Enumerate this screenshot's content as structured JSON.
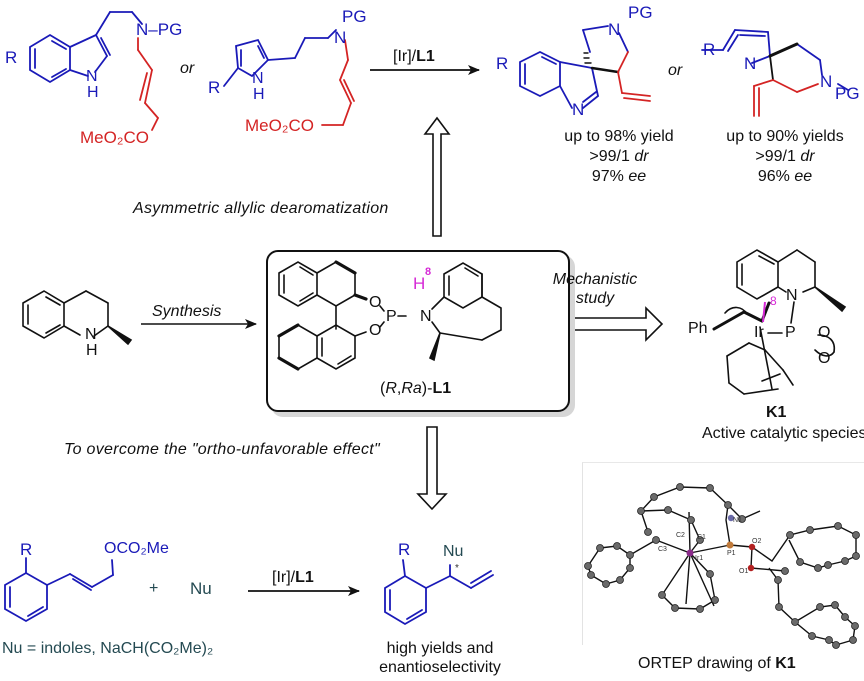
{
  "colors": {
    "substrate_blue": "#1a1ab8",
    "allyl_red": "#d42424",
    "highlight_magenta": "#d62ad6",
    "nucleophile_teal": "#244a52",
    "ink": "#111111"
  },
  "top_reaction": {
    "substrate_indole": {
      "r": "R",
      "nh_n": "N",
      "nh_h": "H",
      "n_pg": "N–PG",
      "carbonate": "MeO₂CO"
    },
    "or_1": "or",
    "substrate_pyrrole": {
      "r": "R",
      "nh_n": "N",
      "nh_h": "H",
      "n": "N",
      "pg": "PG",
      "carbonate": "MeO₂CO"
    },
    "arrow_reagent_plain": "[Ir]/",
    "arrow_reagent_bold": "L1",
    "product_indolenine": {
      "r": "R",
      "n": "N",
      "pg": "PG",
      "ring_n": "N",
      "yield": "up to 98% yield",
      "dr_value": ">99/1 ",
      "dr_unit": "dr",
      "ee_value": "97% ",
      "ee_unit": "ee"
    },
    "or_2": "or",
    "product_spiro": {
      "r": "R",
      "ring_n": "N",
      "n": "N",
      "pg": "PG",
      "yield": "up to 90% yields",
      "dr_value": ">99/1 ",
      "dr_unit": "dr",
      "ee_value": "96% ",
      "ee_unit": "ee"
    }
  },
  "labels": {
    "dearomatization": "Asymmetric allylic dearomatization",
    "synthesis": "Synthesis",
    "mechanistic_line1": "Mechanistic",
    "mechanistic_line2": "study",
    "ortho_effect": "To overcome the \"ortho-unfavorable effect\""
  },
  "starting_amine": {
    "n": "N",
    "h": "H"
  },
  "ligand": {
    "h": "H",
    "position_label": "8",
    "o1": "O",
    "o2": "O",
    "p": "P",
    "n": "N",
    "name_prefix": "(",
    "name_r": "R",
    "name_sep": ",",
    "name_ra": "Ra",
    "name_close": ")-",
    "name_bold": "L1"
  },
  "complex_k1": {
    "n": "N",
    "ir": "Ir",
    "p": "P",
    "o1": "O",
    "o2": "O",
    "ph": "Ph",
    "position_label": "8",
    "name": "K1",
    "caption": "Active catalytic species"
  },
  "bottom_reaction": {
    "substrate": {
      "r": "R",
      "carbonate": "OCO₂Me"
    },
    "plus": "+",
    "nucleophile": "Nu",
    "arrow_reagent_plain": "[Ir]/",
    "arrow_reagent_bold": "L1",
    "nu_definition": "Nu = indoles, NaCH(CO₂Me)₂",
    "product": {
      "r": "R",
      "nu": "Nu",
      "stereo_mark": "*"
    },
    "product_caption_line1": "high yields and",
    "product_caption_line2": "enantioselectivity"
  },
  "ortep": {
    "atom_labels": [
      "N1",
      "C1",
      "C2",
      "C3",
      "Ir1",
      "P1",
      "O1",
      "O2"
    ],
    "caption_plain": "ORTEP drawing of ",
    "caption_bold": "K1"
  }
}
